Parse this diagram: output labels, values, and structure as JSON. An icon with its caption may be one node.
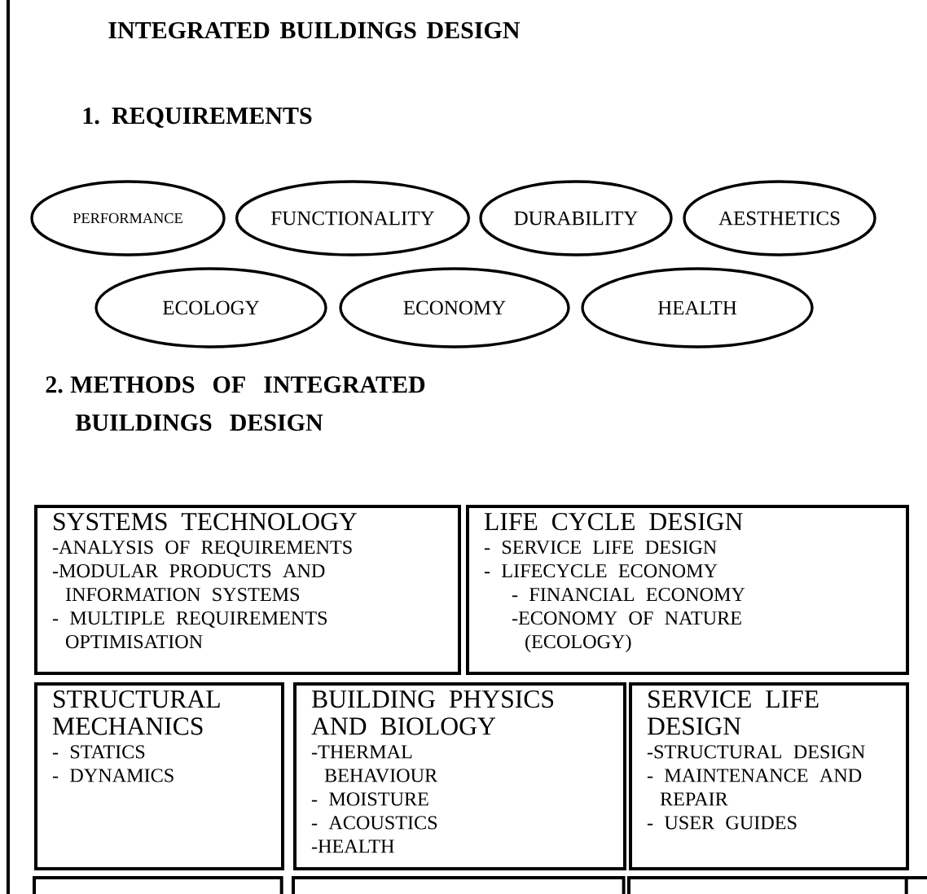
{
  "diagram": {
    "title": "INTEGRATED BUILDINGS DESIGN",
    "nodes": [
      {
        "text": [
          "PERFORMANCE"
        ]
      },
      {
        "text": [
          "FUNCTIONALITY"
        ]
      },
      {
        "text": [
          "DURABILITY"
        ]
      },
      {
        "text": [
          "AESTHETICS"
        ]
      },
      {
        "text": [
          "ECOLOGY"
        ]
      },
      {
        "text": [
          "ECONOMY"
        ]
      },
      {
        "text": [
          "HEALTH"
        ]
      },
      {
        "text": [
          "SYSTEMS TECHNOLOGY",
          "-ANALYSIS OF REQUIREMENTS",
          "-MODULAR PRODUCTS AND INFORMATION SYSTEMS",
          "- MULTIPLE REQUIREMENTS OPTIMISATION"
        ]
      },
      {
        "text": [
          "LIFE CYCLE DESIGN",
          "- SERVICE LIFE DESIGN",
          "- LIFECYCLE ECONOMY",
          "- FINANCIAL ECONOMY",
          "-ECONOMY OF NATURE (ECOLOGY)"
        ]
      },
      {
        "text": [
          "STRUCTURAL MECHANICS",
          "- STATICS",
          "- DYNAMICS"
        ]
      },
      {
        "text": [
          "BUILDING PHYSICS AND BIOLOGY",
          "-THERMAL BEHAVIOUR",
          "- MOISTURE",
          "- ACOUSTICS",
          "-HEALTH"
        ]
      },
      {
        "text": [
          "SERVICE LIFE DESIGN",
          "-STRUCTURAL DESIGN",
          "- MAINTENANCE AND REPAIR",
          "- USER GUIDES"
        ]
      },
      {
        "text": [],
        "shape": "box"
      },
      {
        "text": [],
        "shape": "box"
      },
      {
        "text": [],
        "shape": "box"
      }
    ],
    "labels": [
      "1. REQUIREMENTS",
      "2. METHODS OF INTEGRATED BUILDINGS DESIGN"
    ]
  }
}
